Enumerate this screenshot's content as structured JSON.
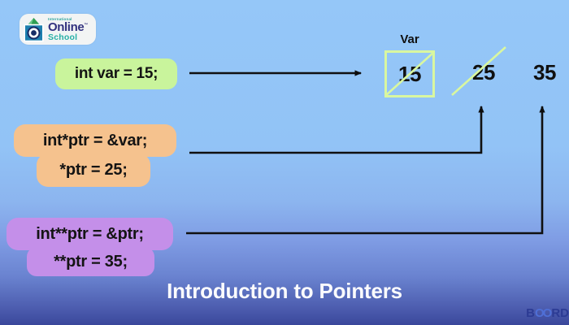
{
  "logo": {
    "line_top": "International",
    "line_main": "Online",
    "trademark": "™",
    "line_sub": "School"
  },
  "code_blocks": [
    {
      "name": "declare-var",
      "bg": "#c9f49c",
      "lines": [
        "int var = 15;"
      ]
    },
    {
      "name": "single-pointer",
      "bg": "#f5c28e",
      "lines": [
        "int*ptr = &var;",
        "*ptr = 25;"
      ]
    },
    {
      "name": "double-pointer",
      "bg": "#c48fe9",
      "lines": [
        "int**ptr = &ptr;",
        "**ptr = 35;"
      ]
    }
  ],
  "memory": {
    "var_label": "Var",
    "values": [
      {
        "value": "15",
        "boxed": true,
        "crossed_out": true
      },
      {
        "value": "25",
        "boxed": false,
        "crossed_out": true
      },
      {
        "value": "35",
        "boxed": false,
        "crossed_out": false
      }
    ],
    "box_border_color": "#d9f7a0",
    "slash_color": "#d9f7a0",
    "arrow_color": "#101010"
  },
  "title": "Introduction to Pointers",
  "watermark": {
    "b": "B",
    "oo": "OO",
    "rd": "RD"
  }
}
